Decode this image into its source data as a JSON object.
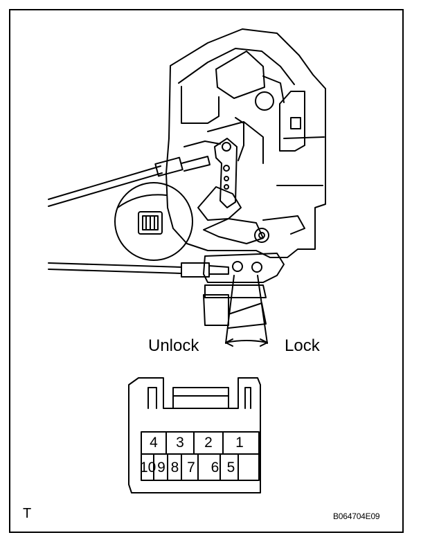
{
  "labels": {
    "unlock": "Unlock",
    "lock": "Lock",
    "view": "T",
    "code": "B064704E09"
  },
  "connector": {
    "top_row": [
      "4",
      "3",
      "2",
      "1"
    ],
    "bottom_row": [
      "10",
      "9",
      "8",
      "7",
      "6",
      "5"
    ]
  }
}
